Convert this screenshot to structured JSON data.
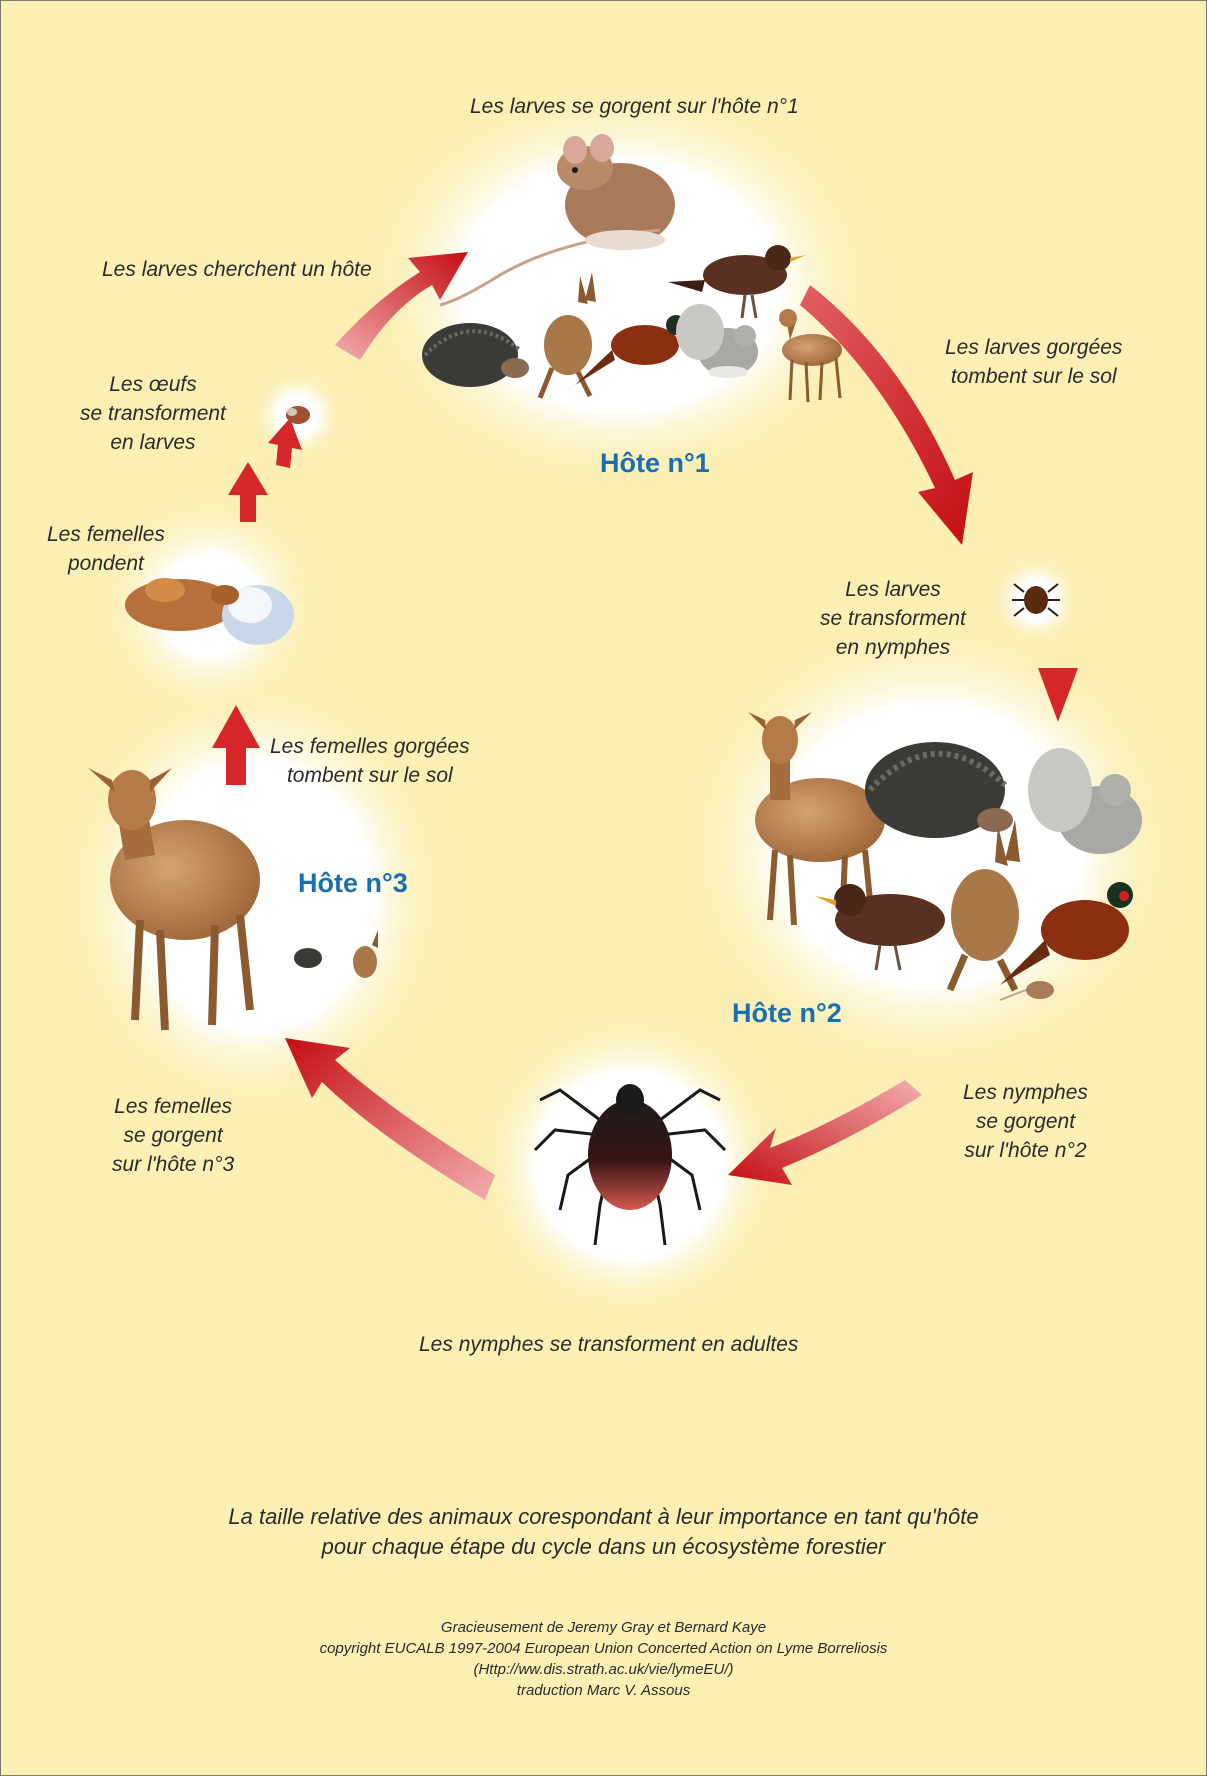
{
  "colors": {
    "background": "#fbefb4",
    "halo": "#ffffff",
    "arrow_dark": "#c40e12",
    "arrow_light": "#f2aeb0",
    "host_label": "#1a6fb0",
    "text": "#2b2b2b"
  },
  "steps": {
    "larvae_feed": "Les larves se gorgent sur l'hôte n°1",
    "larvae_seek": "Les larves cherchent un hôte",
    "larvae_drop": [
      "Les larves gorgées",
      "tombent sur le sol"
    ],
    "eggs_hatch": [
      "Les œufs",
      "se transforment",
      "en larves"
    ],
    "females_lay": [
      "Les femelles",
      "pondent"
    ],
    "larvae_molt": [
      "Les larves",
      "se transforment",
      "en nymphes"
    ],
    "females_drop": [
      "Les femelles gorgées",
      "tombent sur le sol"
    ],
    "nymphs_feed": [
      "Les nymphes",
      "se gorgent",
      "sur l'hôte n°2"
    ],
    "females_feed": [
      "Les femelles",
      "se gorgent",
      "sur l'hôte n°3"
    ],
    "nymphs_molt": "Les nymphes se transforment en adultes"
  },
  "hosts": {
    "host1": "Hôte n°1",
    "host2": "Hôte n°2",
    "host3": "Hôte n°3"
  },
  "illustrations": {
    "host1": [
      "mouse",
      "blackbird",
      "hedgehog",
      "hare",
      "pheasant",
      "squirrel",
      "deer"
    ],
    "host2": [
      "deer",
      "hedgehog",
      "squirrel",
      "blackbird",
      "hare",
      "pheasant",
      "mouse"
    ],
    "host3": [
      "deer",
      "hedgehog",
      "hare"
    ],
    "stages": [
      "egg-mass",
      "larva-tick",
      "nymph-tick",
      "engorged-adult-tick"
    ]
  },
  "caption": [
    "La taille relative des animaux corespondant à leur importance en tant qu'hôte",
    "pour chaque étape du cycle dans un écosystème forestier"
  ],
  "credits": [
    "Gracieusement de Jeremy Gray et Bernard Kaye",
    "copyright EUCALB 1997-2004  European Union Concerted Action on Lyme Borreliosis",
    "(Http://ww.dis.strath.ac.uk/vie/lymeEU/)",
    "traduction Marc V. Assous"
  ]
}
